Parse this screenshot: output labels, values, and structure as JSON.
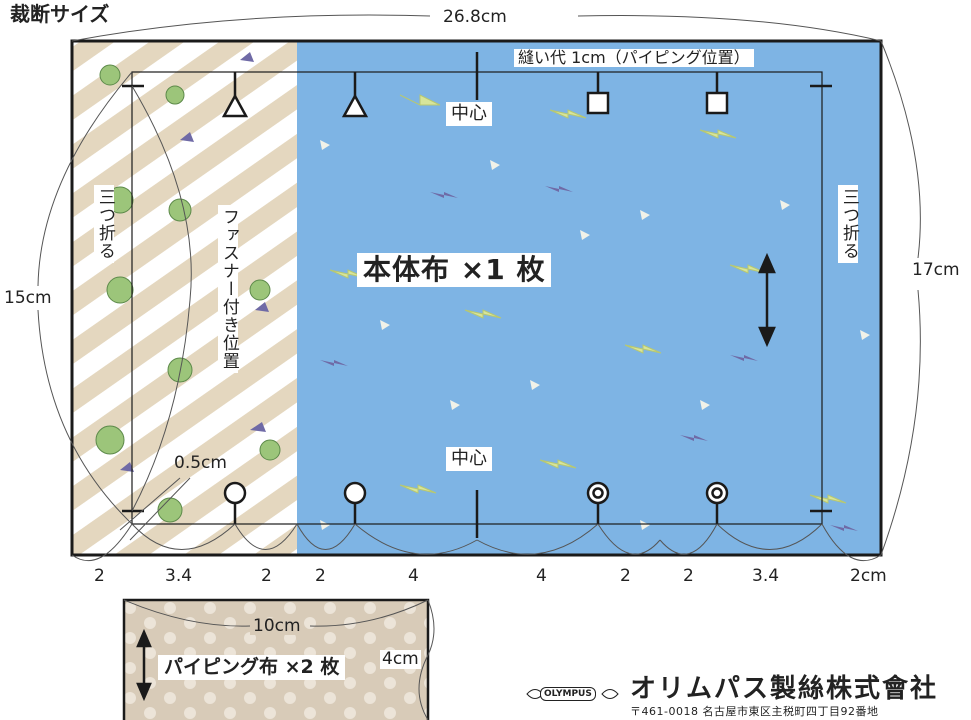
{
  "title": "裁断サイズ",
  "colors": {
    "body_fabric": "#7eb4e4",
    "stripe_light": "#e8dcc6",
    "stripe_dark": "#d6c8ab",
    "piping_fabric": "#d8cbb8",
    "outline": "#1a1a1a"
  },
  "body_fabric": {
    "label": "本体布 ×1 枚",
    "width_label": "26.8cm",
    "height_label": "17cm",
    "seam_allowance_label": "縫い代 1cm（パイピング位置）",
    "center_top_label": "中心",
    "center_bottom_label": "中心",
    "fold_left_label": "三つ折る",
    "fold_right_label": "三つ折る",
    "zipper_label": "ファスナー付き位置",
    "offset_label": "0.5cm",
    "side_label_left": "15cm",
    "grain_arrow": "double-arrow-vertical",
    "bottom_dimensions": [
      "2",
      "3.4",
      "2",
      "2",
      "4",
      "4",
      "2",
      "2",
      "3.4",
      "2cm"
    ]
  },
  "markers": {
    "top": [
      "triangle",
      "triangle",
      "square",
      "square"
    ],
    "bottom": [
      "circle",
      "circle",
      "double-circle",
      "double-circle"
    ]
  },
  "piping_fabric": {
    "label": "パイピング布 ×2 枚",
    "width_label": "10cm",
    "height_label": "4cm"
  },
  "company": {
    "logo_text": "OLYMPUS",
    "name": "オリムパス製絲株式會社",
    "address": "〒461-0018 名古屋市東区主税町四丁目92番地"
  }
}
